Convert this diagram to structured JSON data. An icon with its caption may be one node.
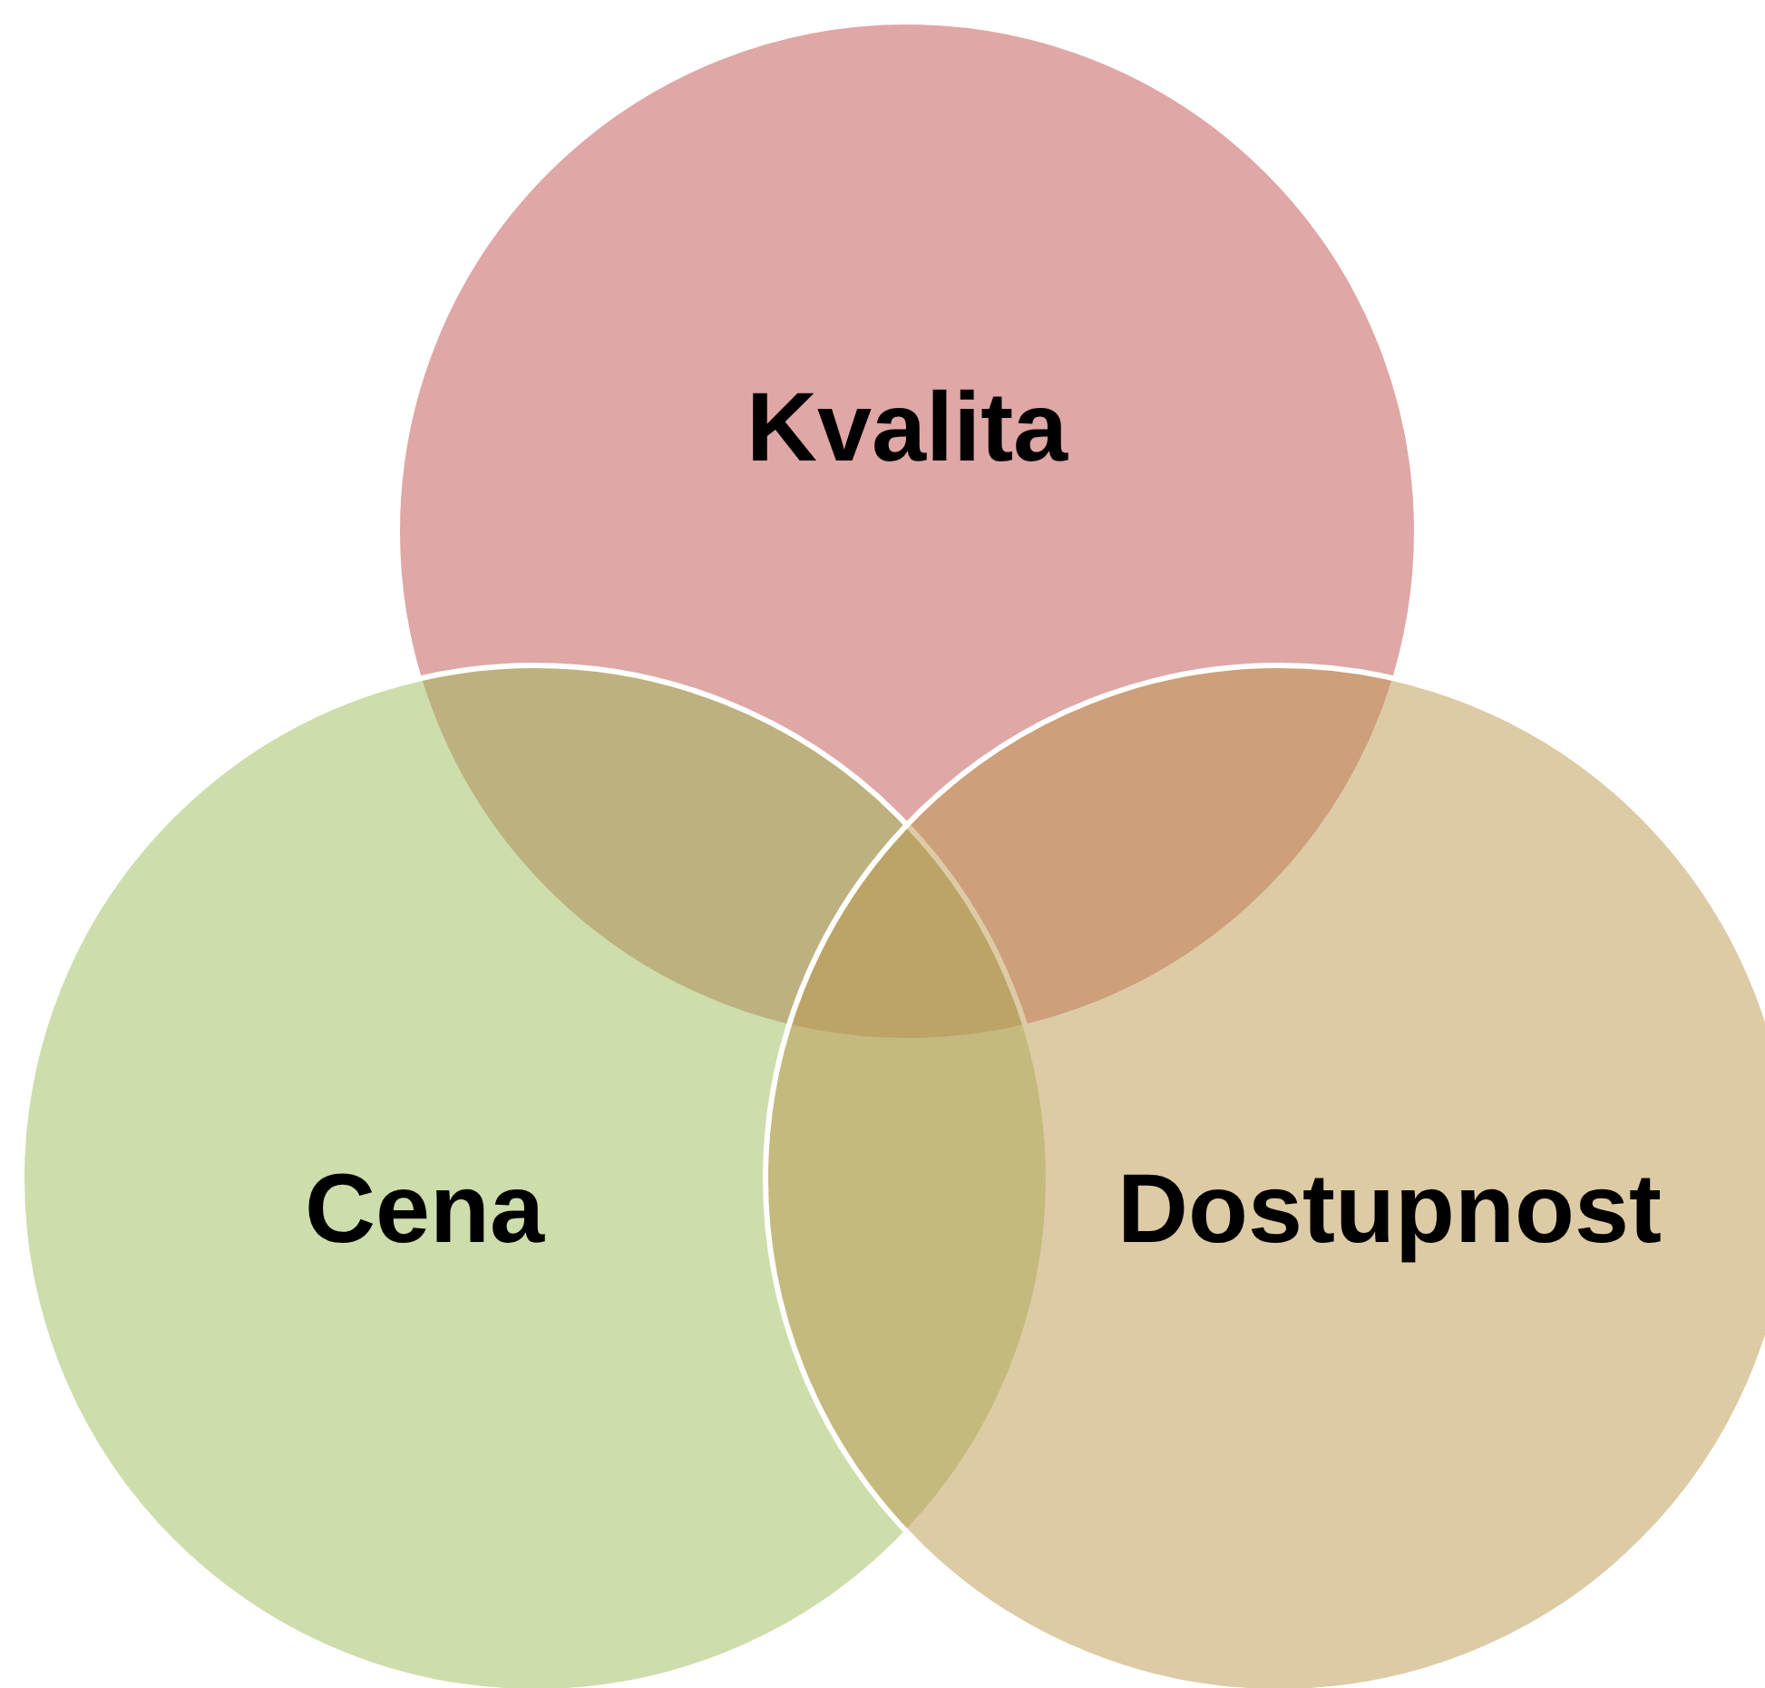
{
  "diagram": {
    "nodes": [
      {
        "text": [
          "Kvalita"
        ]
      },
      {
        "text": [
          "Cena"
        ]
      },
      {
        "text": [
          "Dostupnost"
        ]
      }
    ]
  }
}
